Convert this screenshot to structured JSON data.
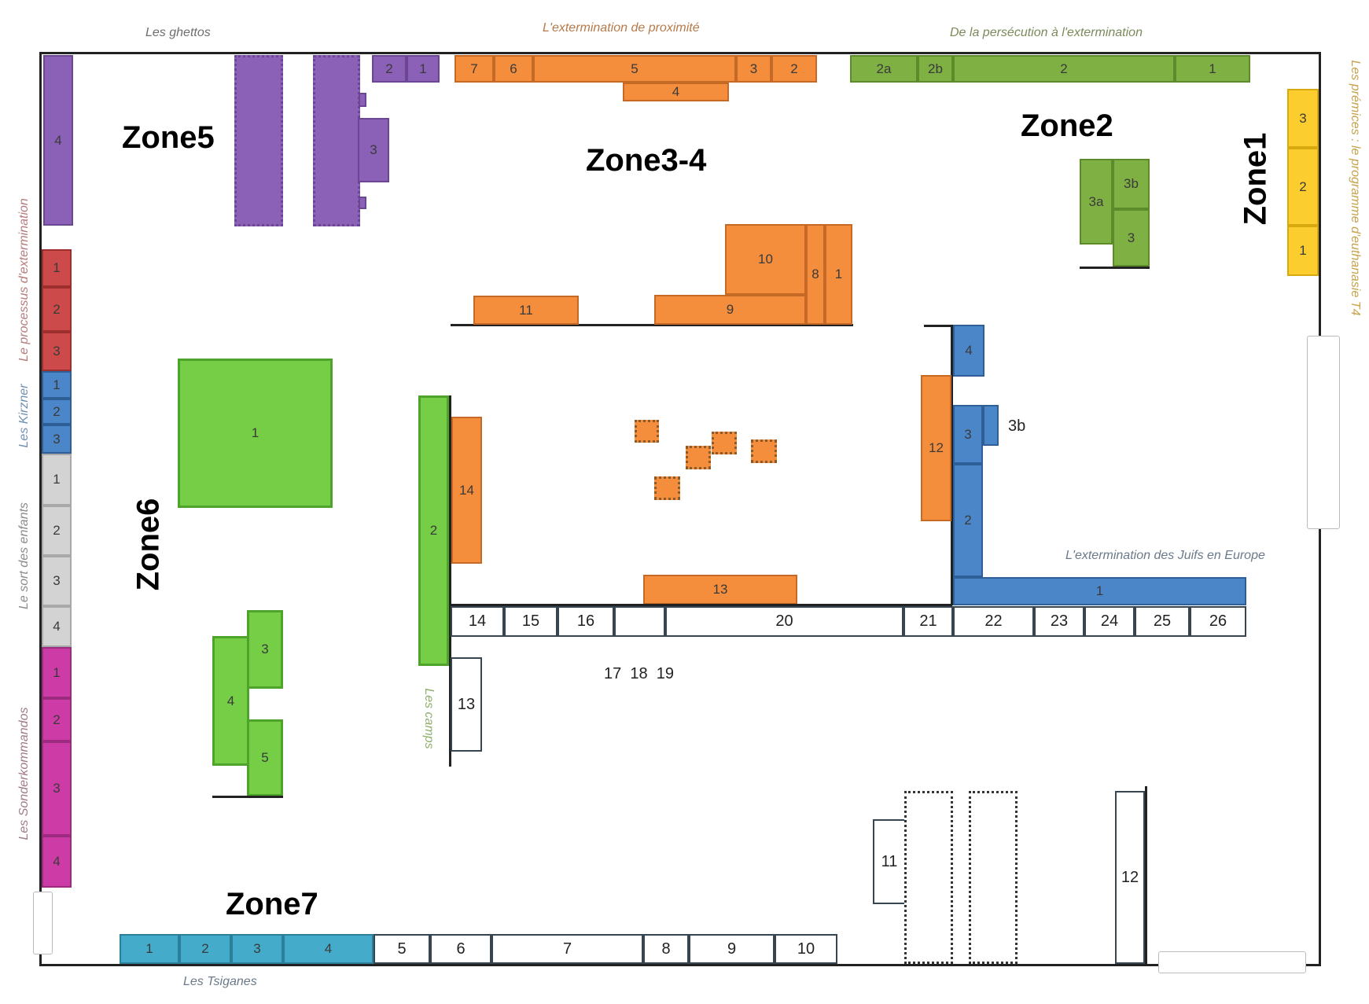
{
  "captions": {
    "ghettos": "Les ghettos",
    "proximite": "L'extermination de proximité",
    "persecution": "De la persécution à l'extermination",
    "premices": "Les prémices : le programme d'euthanasie T4",
    "processus": "Le processus d'extermination",
    "kirzner": "Les Kirzner",
    "enfants": "Le sort des enfants",
    "sonderkommandos": "Les Sonderkommandos",
    "camps": "Les camps",
    "juifs": "L'extermination des Juifs en Europe",
    "tsiganes": "Les Tsiganes"
  },
  "zones": {
    "z1": "Zone1",
    "z2": "Zone2",
    "z34": "Zone3-4",
    "z5": "Zone5",
    "z6": "Zone6",
    "z7": "Zone7"
  },
  "panels": {
    "zone5": [
      "4",
      "2",
      "1",
      "3"
    ],
    "zone34_top": [
      "7",
      "6",
      "5",
      "3",
      "2",
      "4"
    ],
    "zone34_mid": [
      "11",
      "9",
      "10",
      "8",
      "1"
    ],
    "zone34_right": [
      "4",
      "12",
      "3",
      "3b",
      "2",
      "1"
    ],
    "zone34_center": [
      "14",
      "13"
    ],
    "zone2_top": [
      "2a",
      "2b",
      "2",
      "1"
    ],
    "zone2_block": [
      "3a",
      "3b",
      "3"
    ],
    "zone1": [
      "3",
      "2",
      "1"
    ],
    "processus": [
      "1",
      "2",
      "3"
    ],
    "kirzner": [
      "1",
      "2",
      "3"
    ],
    "enfants": [
      "1",
      "2",
      "3",
      "4"
    ],
    "sonderkommandos": [
      "1",
      "2",
      "3",
      "4"
    ],
    "zone6": [
      "1",
      "2",
      "3",
      "4",
      "5"
    ],
    "camps_row": [
      "14",
      "15",
      "16",
      "",
      "20",
      "21",
      "22",
      "23",
      "24",
      "25",
      "26"
    ],
    "camps_under": "17  18  19",
    "camps_13": "13",
    "tsiganes": [
      "1",
      "2",
      "3",
      "4"
    ],
    "zone7_white": [
      "5",
      "6",
      "7",
      "8",
      "9",
      "10"
    ],
    "right_bottom": [
      "11",
      "12"
    ]
  }
}
